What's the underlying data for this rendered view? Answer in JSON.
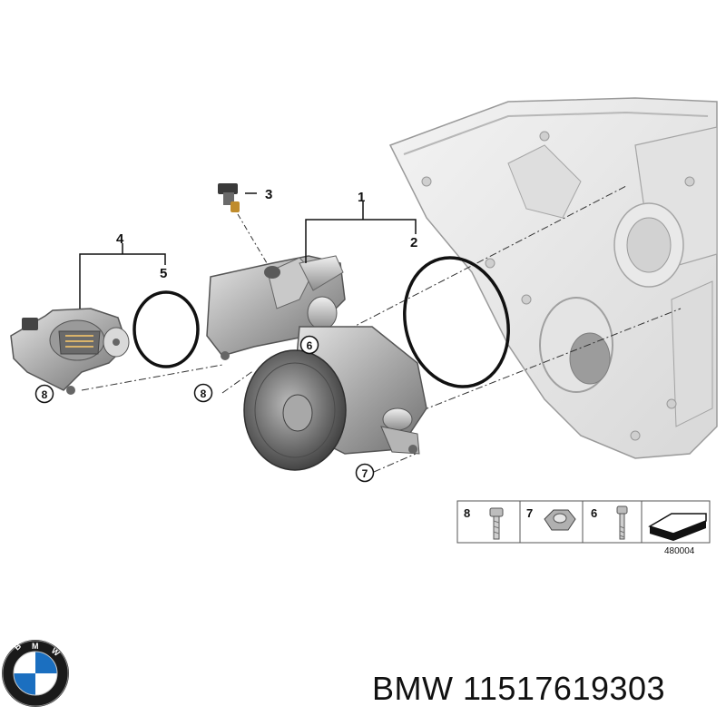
{
  "diagram": {
    "callouts": {
      "c1": "1",
      "c2": "2",
      "c3": "3",
      "c4": "4",
      "c5": "5",
      "c6": "6",
      "c7": "7",
      "c8a": "8",
      "c8b": "8"
    },
    "legend": {
      "items": [
        {
          "number": "8",
          "part": "bolt"
        },
        {
          "number": "7",
          "part": "nut"
        },
        {
          "number": "6",
          "part": "bolt"
        }
      ],
      "diagram_code": "480004"
    }
  },
  "caption": {
    "brand": "BMW",
    "part_number": "11517619303"
  },
  "logo": {
    "letters": "BMW",
    "colors": {
      "blue": "#1b6fc0",
      "ring": "#1a1a1a",
      "white": "#ffffff"
    }
  }
}
